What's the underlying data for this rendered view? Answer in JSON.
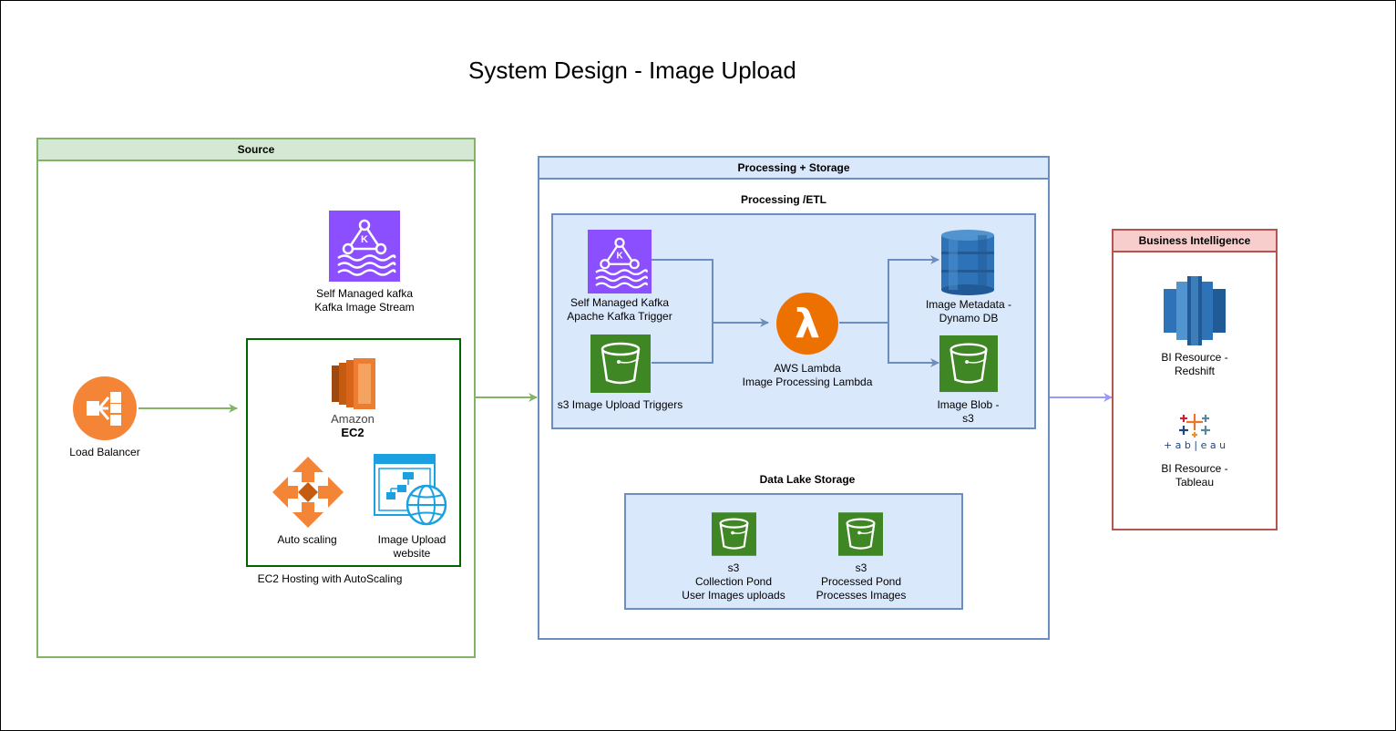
{
  "title": "System Design - Image Upload",
  "colors": {
    "source_green": "#82b366",
    "source_header_fill": "#d5e8d4",
    "ec2_group_border": "#006600",
    "blue_border": "#6c8ebf",
    "blue_fill": "#dae8fc",
    "bi_red": "#b85450",
    "bi_header_fill": "#f8cecc",
    "arrow_blue": "#9999ff",
    "aws_orange": "#ed7100",
    "s3_green": "#3f8624",
    "kafka_purple": "#8c4fff",
    "dynamo_blue": "#2e73b8",
    "web_blue": "#1ba1e2"
  },
  "source": {
    "header": "Source",
    "load_balancer": {
      "icon": "load-balancer-icon",
      "label": "Load Balancer"
    },
    "kafka": {
      "icon": "kafka-icon",
      "lines": [
        "Self Managed kafka",
        "Kafka Image Stream"
      ]
    },
    "ec2_group_label": "EC2 Hosting with AutoScaling",
    "ec2": {
      "icon": "ec2-icon",
      "text1": "Amazon",
      "text2": "EC2"
    },
    "auto_scaling": {
      "icon": "auto-scaling-icon",
      "label": "Auto scaling"
    },
    "website": {
      "icon": "website-icon",
      "lines": [
        "Image Upload",
        "website"
      ]
    }
  },
  "processing": {
    "header": "Processing + Storage",
    "etl_title": "Processing /ETL",
    "kafka_trigger": {
      "icon": "kafka-icon",
      "lines": [
        "Self Managed Kafka",
        "Apache Kafka Trigger"
      ]
    },
    "s3_trigger": {
      "icon": "s3-bucket-icon",
      "label": "s3 Image Upload Triggers"
    },
    "lambda": {
      "icon": "lambda-icon",
      "lines": [
        "AWS Lambda",
        "Image Processing Lambda"
      ]
    },
    "dynamo": {
      "icon": "dynamodb-icon",
      "lines": [
        "Image Metadata -",
        "Dynamo DB"
      ]
    },
    "blob": {
      "icon": "s3-bucket-icon",
      "lines": [
        "Image Blob -",
        "s3"
      ]
    },
    "lake_title": "Data Lake Storage",
    "collection": {
      "icon": "s3-bucket-icon",
      "lines": [
        "s3",
        "Collection Pond",
        "User Images uploads"
      ]
    },
    "processed": {
      "icon": "s3-bucket-icon",
      "lines": [
        "s3",
        "Processed Pond",
        "Processes Images"
      ]
    }
  },
  "bi": {
    "header": "Business Intelligence",
    "redshift": {
      "icon": "redshift-icon",
      "lines": [
        "BI Resource -",
        "Redshift"
      ]
    },
    "tableau": {
      "icon": "tableau-icon",
      "wordmark": "+ a b | e a u",
      "lines": [
        "BI Resource -",
        "Tableau"
      ]
    }
  }
}
